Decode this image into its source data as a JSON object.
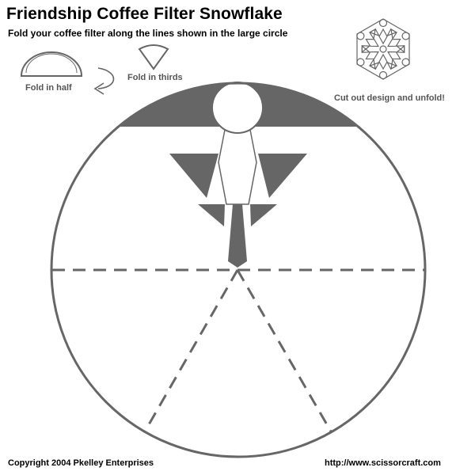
{
  "header": {
    "title": "Friendship Coffee Filter Snowflake",
    "subtitle": "Fold your coffee filter along the lines shown in the large circle"
  },
  "steps": {
    "fold_half": "Fold in half",
    "fold_thirds": "Fold in thirds",
    "cut_out": "Cut out design and unfold!"
  },
  "footer": {
    "copyright": "Copyright 2004  Pkelley Enterprises",
    "url": "http://www.scissorcraft.com"
  },
  "colors": {
    "ink": "#666666",
    "text": "#000000",
    "caption": "#555555"
  },
  "icons": [
    "semicircle-fold-icon",
    "curved-arrow-icon",
    "wedge-fold-icon",
    "snowflake-preview-icon"
  ]
}
